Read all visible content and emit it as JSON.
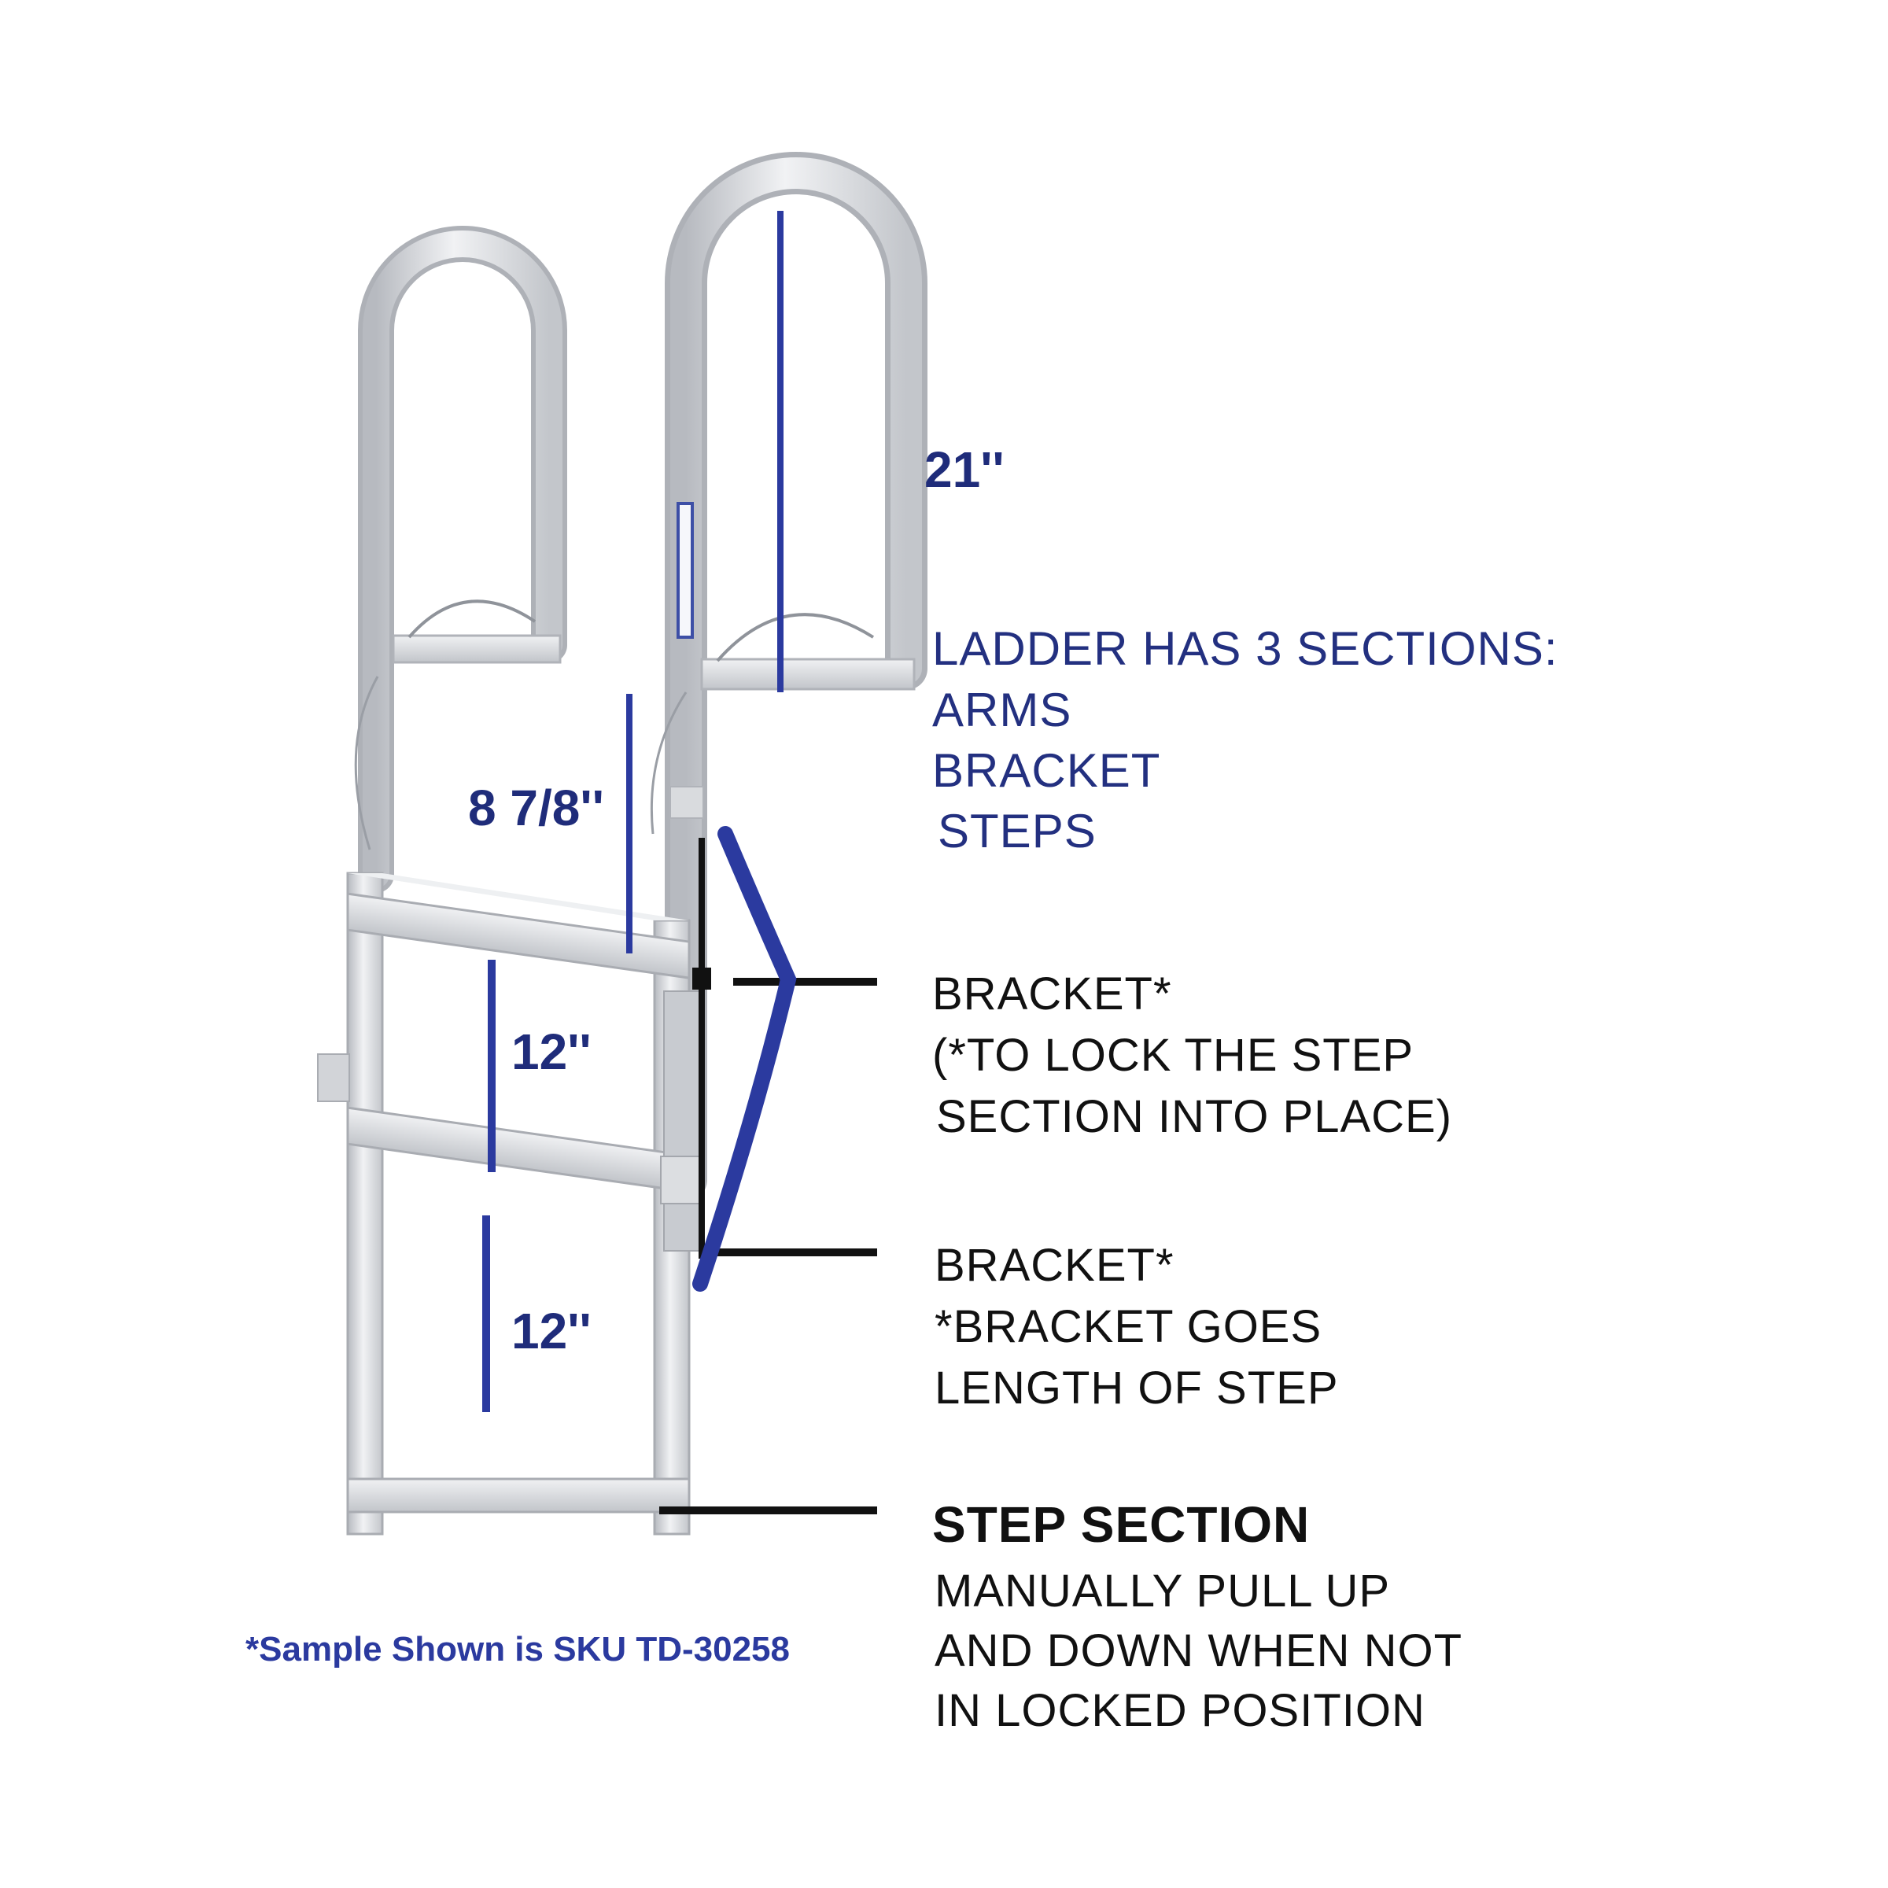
{
  "colors": {
    "dimension_blue": "#2b3a9f",
    "metal_light": "#e9eaec",
    "metal_dark": "#b2b5bb",
    "pointer_black": "#111111",
    "text_navy": "#233080"
  },
  "dimensions": {
    "arms_height": "21''",
    "bracket_height": "8 7/8''",
    "step1_height": "12''",
    "step2_height": "12''"
  },
  "sections": {
    "title": "LADDER HAS 3 SECTIONS:",
    "items": [
      "ARMS",
      "BRACKET",
      "STEPS"
    ]
  },
  "callouts": {
    "bracket_top": {
      "lines": [
        "BRACKET*",
        "(*TO LOCK THE STEP",
        "SECTION INTO PLACE)"
      ]
    },
    "bracket_bottom": {
      "lines": [
        "BRACKET*",
        "*BRACKET GOES",
        "LENGTH OF STEP"
      ]
    },
    "step_section": {
      "heading": "STEP SECTION",
      "lines": [
        "MANUALLY PULL UP",
        "AND DOWN WHEN NOT",
        "IN LOCKED POSITION"
      ]
    }
  },
  "footer": {
    "sku_note": "*Sample Shown is SKU TD-30258"
  }
}
